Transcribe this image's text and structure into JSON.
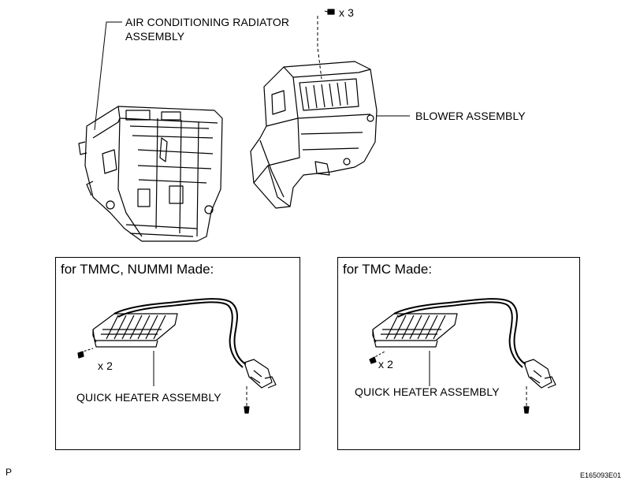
{
  "labels": {
    "radiator": [
      "AIR CONDITIONING RADIATOR",
      "ASSEMBLY"
    ],
    "blower": "BLOWER ASSEMBLY",
    "screw_count_top": "x 3"
  },
  "panels": [
    {
      "title": "for TMMC, NUMMI Made:",
      "part_label": "QUICK HEATER ASSEMBLY",
      "screw_count": "x 2"
    },
    {
      "title": "for TMC Made:",
      "part_label": "QUICK HEATER ASSEMBLY",
      "screw_count": "x 2"
    }
  ],
  "footer": {
    "left_mark": "P",
    "figure_code": "E165093E01"
  }
}
